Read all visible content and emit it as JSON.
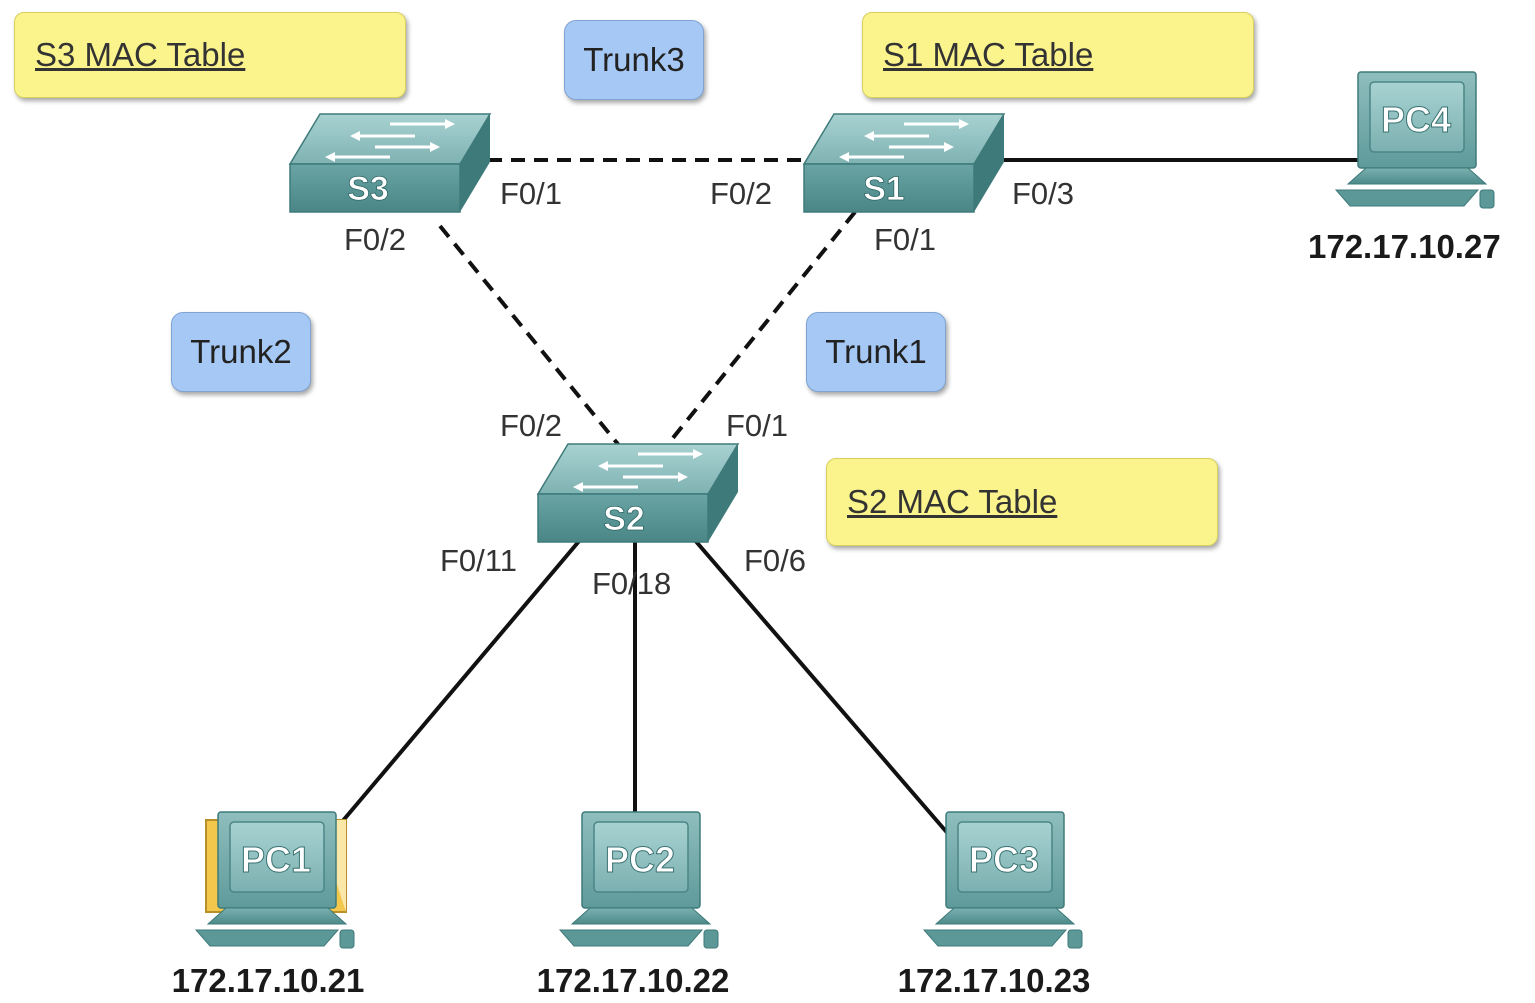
{
  "mac_tables": {
    "s3": "S3 MAC Table",
    "s1": "S1 MAC Table",
    "s2": "S2 MAC Table"
  },
  "trunks": {
    "trunk1": "Trunk1",
    "trunk2": "Trunk2",
    "trunk3": "Trunk3"
  },
  "switches": {
    "s1": "S1",
    "s2": "S2",
    "s3": "S3"
  },
  "pcs": {
    "pc1": {
      "label": "PC1",
      "ip": "172.17.10.21"
    },
    "pc2": {
      "label": "PC2",
      "ip": "172.17.10.22"
    },
    "pc3": {
      "label": "PC3",
      "ip": "172.17.10.23"
    },
    "pc4": {
      "label": "PC4",
      "ip": "172.17.10.27"
    }
  },
  "ports": {
    "s3_f01": "F0/1",
    "s3_f02": "F0/2",
    "s1_f02": "F0/2",
    "s1_f03": "F0/3",
    "s1_f01": "F0/1",
    "s2_f02": "F0/2",
    "s2_f01": "F0/1",
    "s2_f011": "F0/11",
    "s2_f018": "F0/18",
    "s2_f06": "F0/6"
  },
  "colors": {
    "mac_table_fill": "#fbf48c",
    "trunk_fill": "#a6c8f5",
    "device_teal": "#5e9c9c",
    "link": "#111111",
    "pc1_highlight": "#f3c64c"
  }
}
